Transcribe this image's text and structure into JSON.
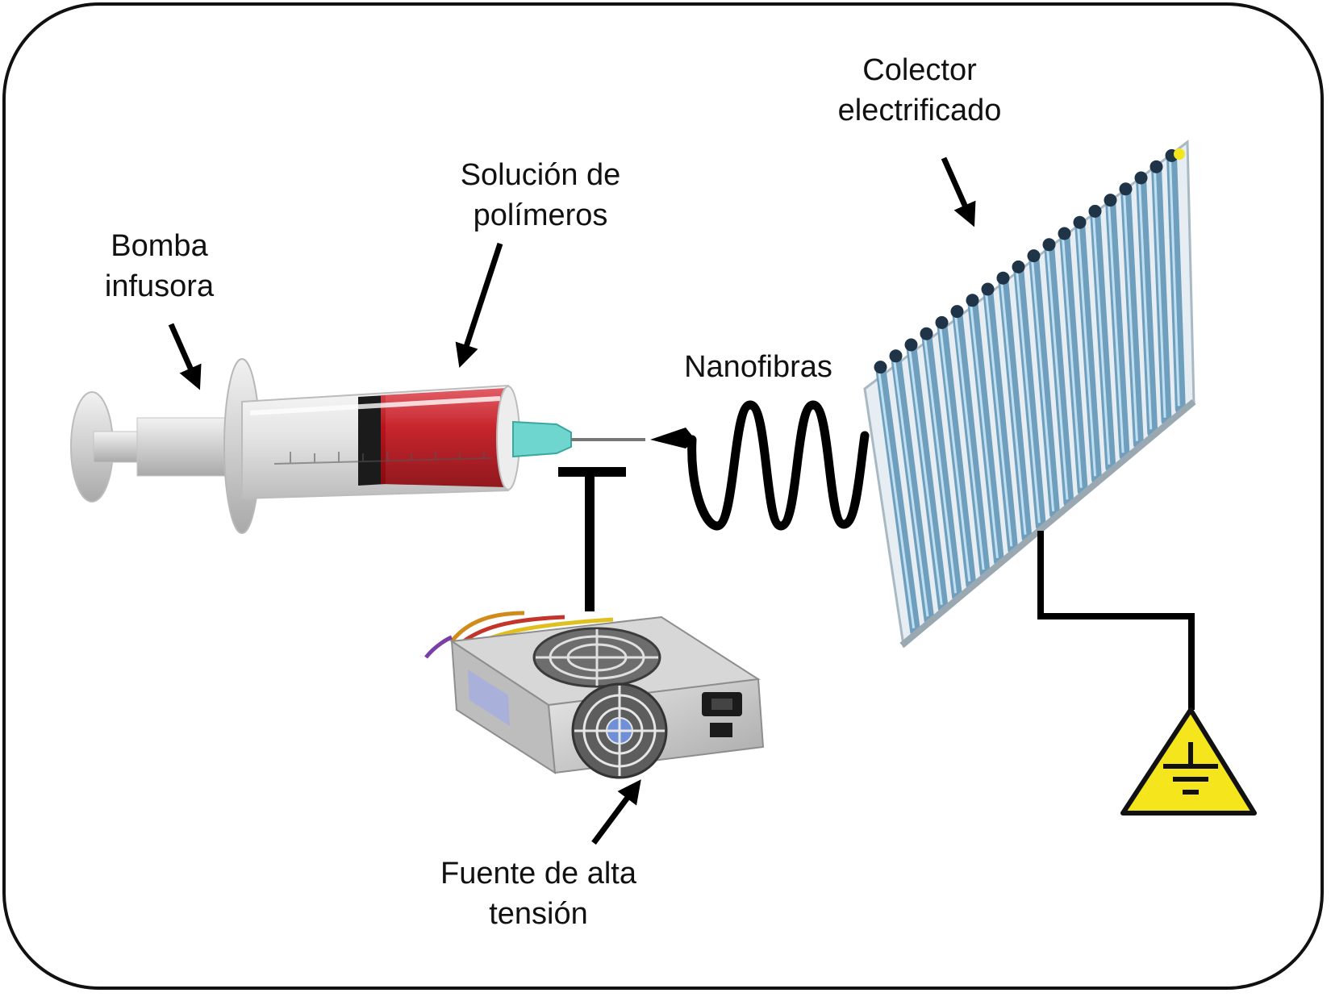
{
  "labels": {
    "pump": {
      "line1": "Bomba",
      "line2": "infusora"
    },
    "solution": {
      "line1": "Solución de",
      "line2": "polímeros"
    },
    "nanofibers": "Nanofibras",
    "collector": {
      "line1": "Colector",
      "line2": "electrificado"
    },
    "power_source": {
      "line1": "Fuente de alta",
      "line2": "tensión"
    }
  },
  "icons": {
    "syringe": "syringe-icon",
    "collector": "solar-collector-panel",
    "power_supply": "power-supply-unit",
    "ground": "ground-warning-sign"
  },
  "colors": {
    "polymer": "#c4141c",
    "needle_hub": "#6fd6cf",
    "collector_tube": "#6f9fbd",
    "ground_sign": "#f5e51d",
    "line": "#000000"
  }
}
